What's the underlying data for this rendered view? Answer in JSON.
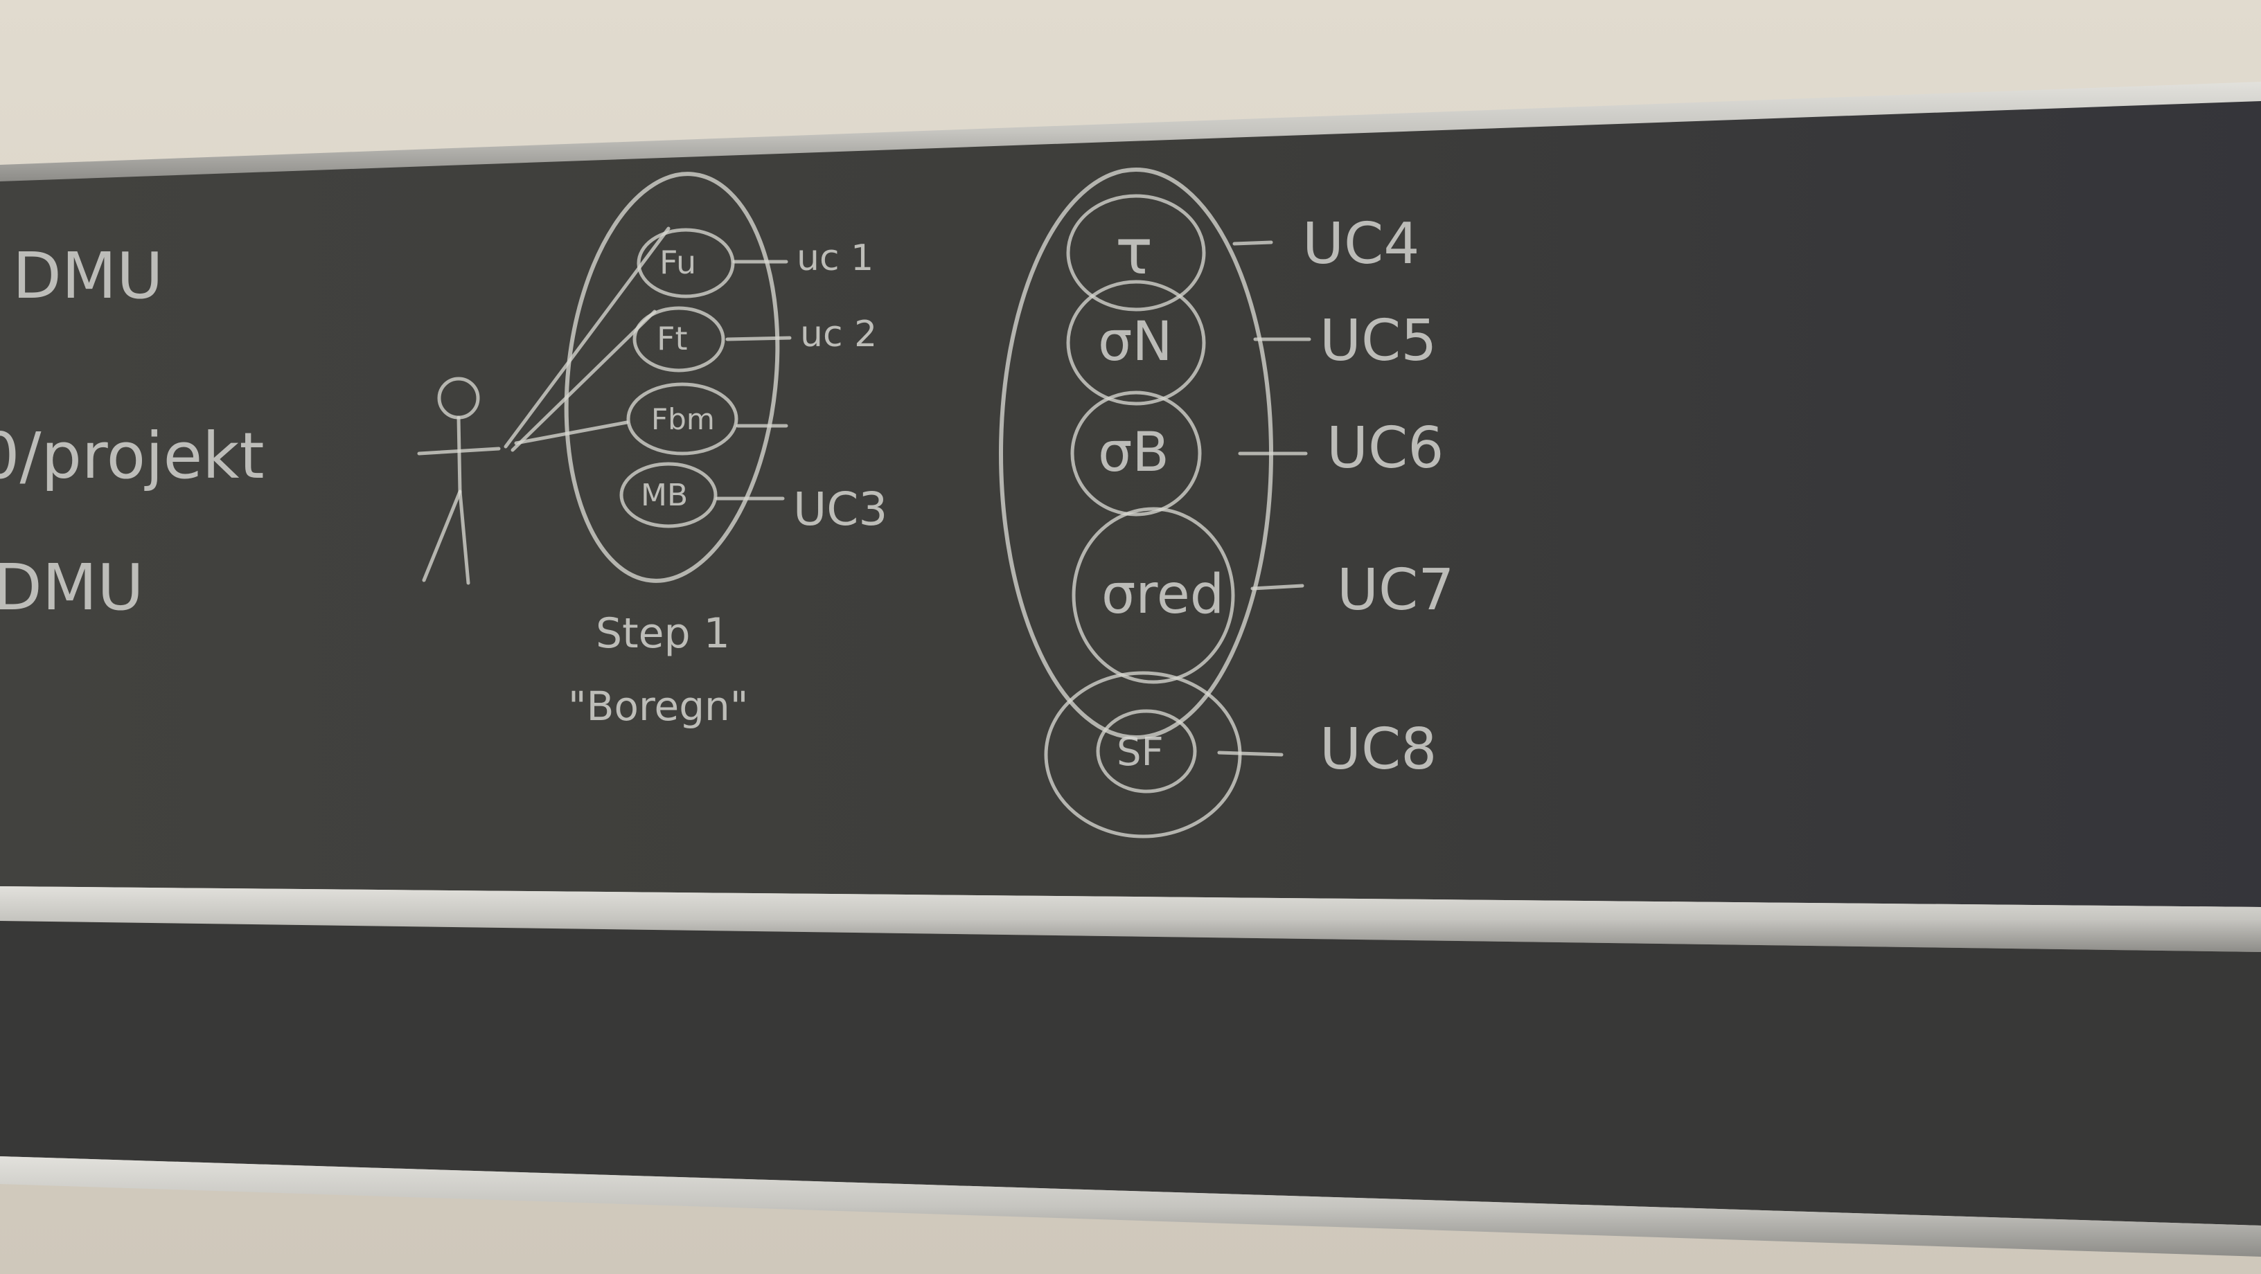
{
  "board": {
    "left_notes": [
      "DMU",
      "0/projekt",
      "DMU"
    ],
    "step_group": {
      "nodes": [
        "Fu",
        "Ft",
        "Fbm",
        "MB"
      ],
      "labels": [
        "uc 1",
        "uc 2",
        "UC3"
      ],
      "caption_line1": "Step 1",
      "caption_line2": "\"Boregn\""
    },
    "cycle_group": {
      "nodes": [
        "τ",
        "σN",
        "σB",
        "σred",
        "SF"
      ],
      "labels": [
        "UC4",
        "UC5",
        "UC6",
        "UC7",
        "UC8"
      ]
    }
  },
  "colors": {
    "wall": "#d8d2c6",
    "chalkboard": "#3c3c3a",
    "chalk": "#d6d6d0",
    "rail": "#c9c8c3"
  }
}
